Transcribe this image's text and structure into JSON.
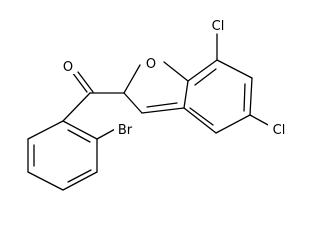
{
  "molecule": {
    "atoms": {
      "carbonyl_oxygen": "O",
      "ring_oxygen": "O",
      "chlorine_top": "Cl",
      "chlorine_bottom": "Cl",
      "bromine": "Br"
    }
  },
  "colors": {
    "bond": "#000000",
    "label": "#000000",
    "background": "#ffffff"
  }
}
